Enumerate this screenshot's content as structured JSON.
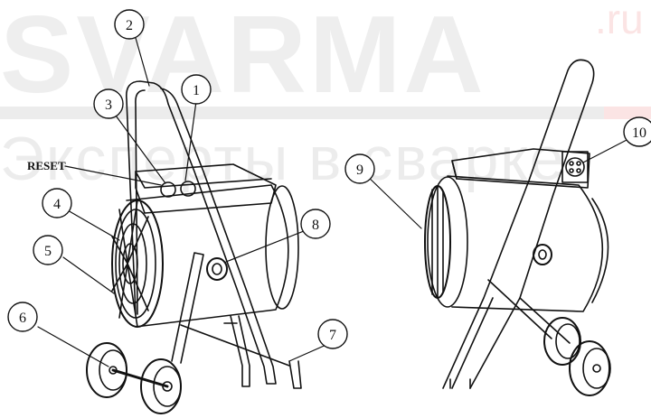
{
  "watermark": {
    "brand": "SVARMA",
    "tld": ".ru",
    "slogan": "Эксперты в сварке"
  },
  "labels": {
    "reset": "RESET"
  },
  "callouts": [
    "1",
    "2",
    "3",
    "4",
    "5",
    "6",
    "7",
    "8",
    "9",
    "10"
  ]
}
